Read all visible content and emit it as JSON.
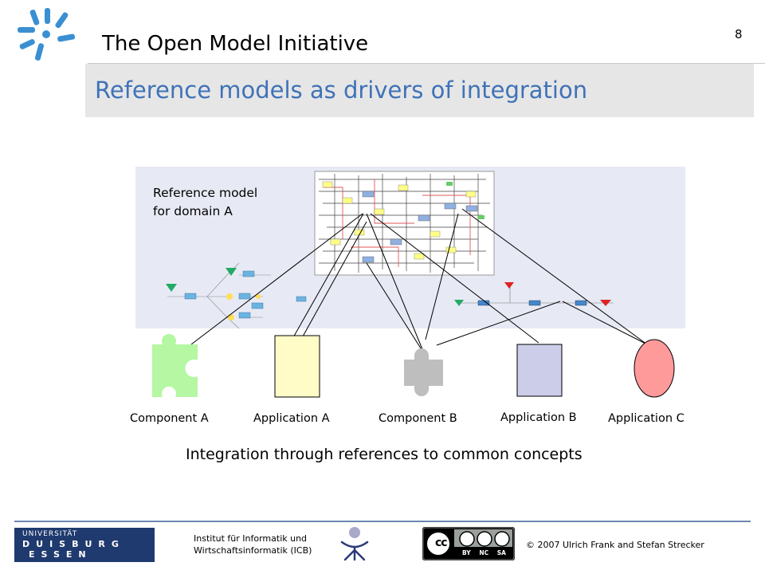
{
  "header": {
    "org_title": "The Open Model Initiative",
    "page_number": "8",
    "slide_title": "Reference models as drivers of integration"
  },
  "diagram": {
    "reference_label_line1": "Reference model",
    "reference_label_line2": "for domain A",
    "components": [
      {
        "label": "Component A",
        "color": "#b5f7a3",
        "icon": "puzzle-piece-icon"
      },
      {
        "label": "Application A",
        "color": "#fffcc7",
        "icon": "rectangle"
      },
      {
        "label": "Component B",
        "color": "#bebebe",
        "icon": "puzzle-piece-icon"
      },
      {
        "label": "Application B",
        "color": "#cccde8",
        "icon": "rectangle"
      },
      {
        "label": "Application C",
        "color": "#ff9a9a",
        "icon": "ellipse"
      }
    ],
    "caption": "Integration through references to common concepts"
  },
  "footer": {
    "university_line1": "UNIVERSITÄT",
    "university_line2": "DUISBURG",
    "university_line3": "ESSEN",
    "institute_line1": "Institut für Informatik und",
    "institute_line2": "Wirtschaftsinformatik (ICB)",
    "license_badge": "cc BY NC SA",
    "copyright": "© 2007 Ulrich Frank and Stefan Strecker"
  },
  "colors": {
    "title_blue": "#3f72b8",
    "logo_blue": "#3a8fd3",
    "uni_blue": "#1f3a6e"
  }
}
